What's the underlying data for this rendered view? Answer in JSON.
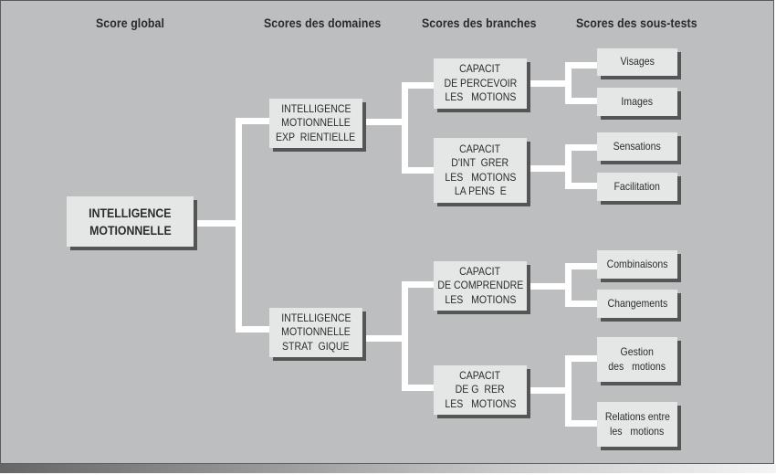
{
  "headers": {
    "global": "Score global",
    "domains": "Scores des domaines",
    "branches": "Scores des branches",
    "subtests": "Scores des sous-tests"
  },
  "root": {
    "lines": [
      "INTELLIGENCE",
      "MOTIONNELLE"
    ]
  },
  "domains": [
    {
      "lines": [
        "INTELLIGENCE",
        "MOTIONNELLE",
        "EXP  RIENTIELLE"
      ]
    },
    {
      "lines": [
        "INTELLIGENCE",
        "MOTIONNELLE",
        "STRAT  GIQUE"
      ]
    }
  ],
  "branches": [
    {
      "lines": [
        "CAPACIT",
        "DE PERCEVOIR",
        "LES   MOTIONS"
      ]
    },
    {
      "lines": [
        "CAPACIT",
        "D'INT  GRER",
        "LES   MOTIONS",
        "LA PENS  E"
      ]
    },
    {
      "lines": [
        "CAPACIT",
        "DE COMPRENDRE",
        "LES   MOTIONS"
      ]
    },
    {
      "lines": [
        "CAPACIT",
        "DE G  RER",
        "LES   MOTIONS"
      ]
    }
  ],
  "subtests": [
    {
      "lines": [
        "Visages"
      ]
    },
    {
      "lines": [
        "Images"
      ]
    },
    {
      "lines": [
        "Sensations"
      ]
    },
    {
      "lines": [
        "Facilitation"
      ]
    },
    {
      "lines": [
        "Combinaisons"
      ]
    },
    {
      "lines": [
        "Changements"
      ]
    },
    {
      "lines": [
        "Gestion",
        "des   motions"
      ]
    },
    {
      "lines": [
        "Relations entre",
        "les   motions"
      ]
    }
  ],
  "colors": {
    "background": "#bdbebf",
    "node_fill": "#e5e6e6",
    "node_shadow": "#555555",
    "connector": "#ffffff",
    "text": "#2b2b2b"
  }
}
